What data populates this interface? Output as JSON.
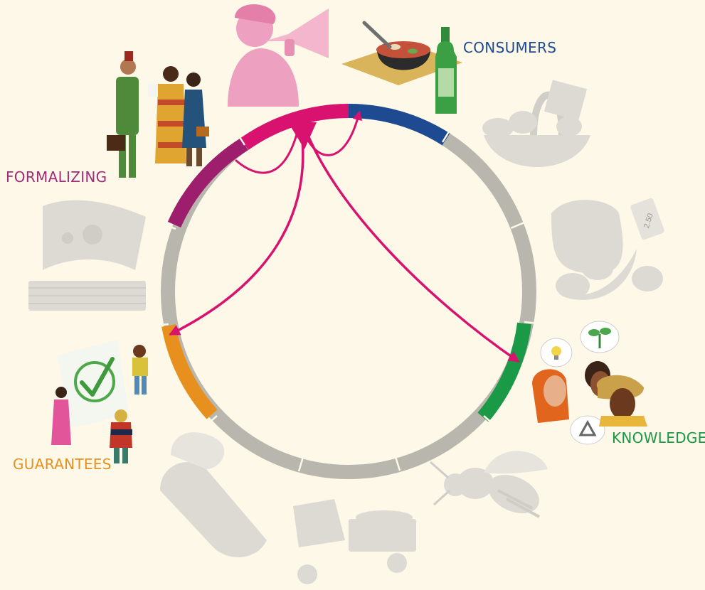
{
  "labels": {
    "consumers": "CONSUMERS",
    "formalizing": "FORMALIZING",
    "guarantees": "GUARANTEES",
    "knowledge": "KNOWLEDGE"
  },
  "colors": {
    "background": "#fdf8e8",
    "ring_inactive": "#b9b6ae",
    "consumers": "#1e4a92",
    "formalizing": "#9c1e6c",
    "focus": "#d8126e",
    "guarantees": "#e8901e",
    "knowledge": "#1a9a46",
    "label_consumers": "#1e4a92",
    "label_formalizing": "#a22a78",
    "label_guarantees": "#e8901e",
    "label_knowledge": "#1a9a46",
    "illustration_gray": "#dcdad3"
  },
  "icons": [
    "megaphone-woman-icon",
    "food-bowl-icon",
    "bottle-icon",
    "basket-icon",
    "flour-sack-price-tag-icon",
    "farmers-conversation-icon",
    "lightbulb-bubble-icon",
    "seedling-bubble-icon",
    "recycle-bubble-icon",
    "bee-icon",
    "three-wheeler-truck-icon",
    "harvest-sack-icon",
    "certificate-checkmark-icon",
    "banknotes-icon",
    "business-people-icon"
  ],
  "price_tag_text": "2.50"
}
